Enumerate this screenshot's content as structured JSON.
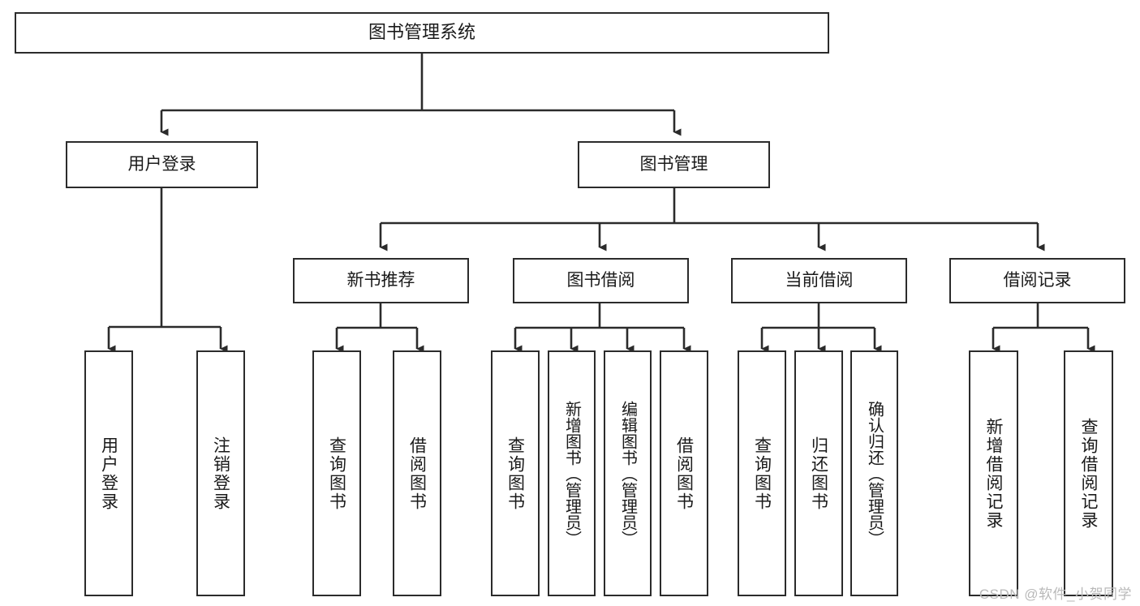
{
  "diagram": {
    "title": "图书管理系统",
    "type": "tree-hierarchy-diagram",
    "colors": {
      "box_border": "#2b2b2b",
      "box_fill": "#ffffff",
      "connector": "#2b2b2b",
      "text": "#1a1a1a",
      "watermark": "#b9b9b9"
    },
    "levels": {
      "root": {
        "label": "图书管理系统"
      },
      "level2": [
        {
          "id": "user-login",
          "label": "用户登录"
        },
        {
          "id": "book-management",
          "label": "图书管理"
        }
      ],
      "level3": [
        {
          "id": "new-book-recommend",
          "label": "新书推荐"
        },
        {
          "id": "book-borrow",
          "label": "图书借阅"
        },
        {
          "id": "current-borrow",
          "label": "当前借阅"
        },
        {
          "id": "borrow-record",
          "label": "借阅记录"
        }
      ],
      "leaves": [
        {
          "id": "leaf-user-login",
          "label": "用户登录",
          "parent": "user-login"
        },
        {
          "id": "leaf-user-logout",
          "label": "注销登录",
          "parent": "user-login"
        },
        {
          "id": "leaf-query-book-1",
          "label": "查询图书",
          "parent": "new-book-recommend"
        },
        {
          "id": "leaf-borrow-book-1",
          "label": "借阅图书",
          "parent": "new-book-recommend"
        },
        {
          "id": "leaf-query-book-2",
          "label": "查询图书",
          "parent": "book-borrow"
        },
        {
          "id": "leaf-add-book",
          "label": "新增图书（管理员）",
          "parent": "book-borrow"
        },
        {
          "id": "leaf-edit-book",
          "label": "编辑图书（管理员）",
          "parent": "book-borrow"
        },
        {
          "id": "leaf-borrow-book-2",
          "label": "借阅图书",
          "parent": "book-borrow"
        },
        {
          "id": "leaf-query-book-3",
          "label": "查询图书",
          "parent": "current-borrow"
        },
        {
          "id": "leaf-return-book",
          "label": "归还图书",
          "parent": "current-borrow"
        },
        {
          "id": "leaf-confirm-return",
          "label": "确认归还（管理员）",
          "parent": "current-borrow"
        },
        {
          "id": "leaf-add-record",
          "label": "新增借阅记录",
          "parent": "borrow-record"
        },
        {
          "id": "leaf-query-record",
          "label": "查询借阅记录",
          "parent": "borrow-record"
        }
      ]
    },
    "watermark": "CSDN @软件_小贺同学"
  }
}
